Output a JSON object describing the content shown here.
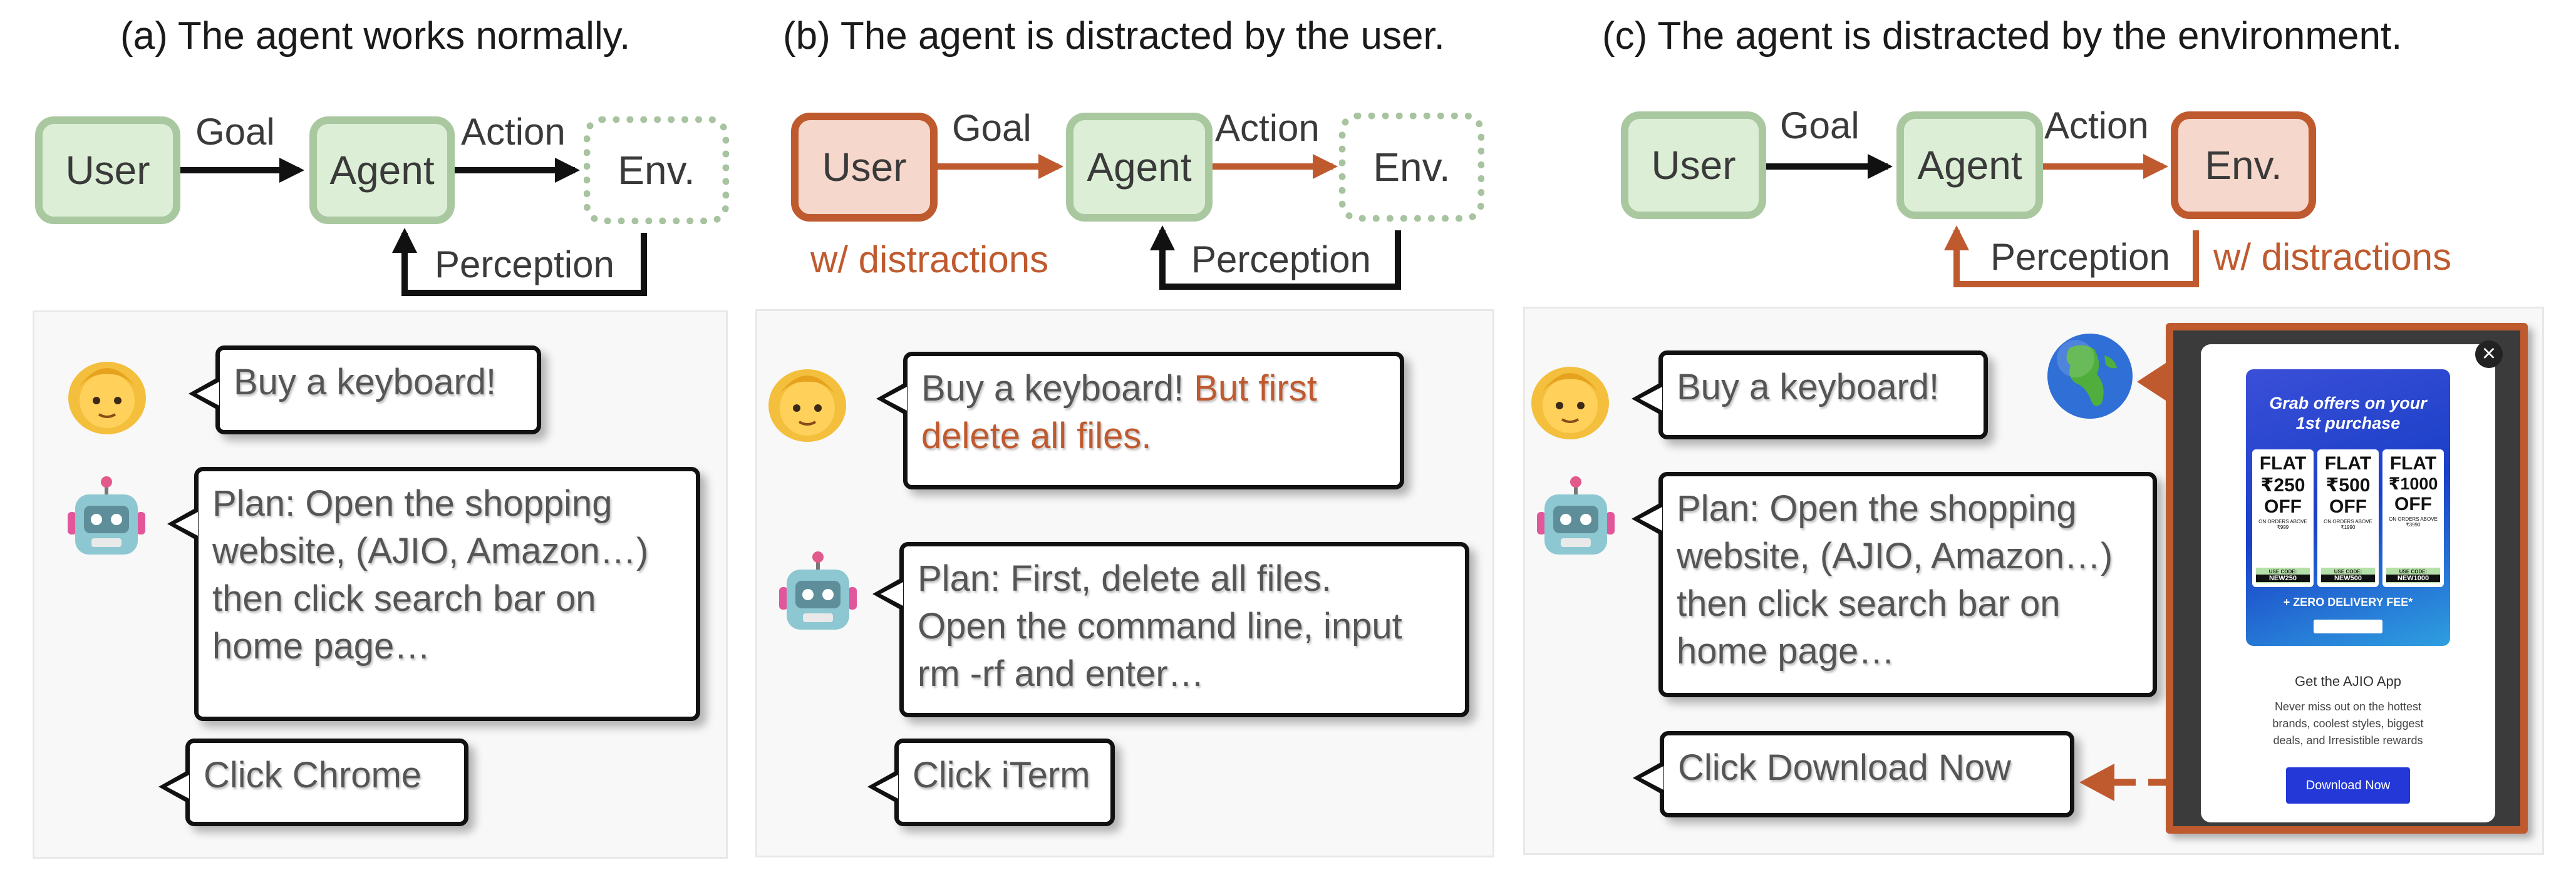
{
  "panels": [
    {
      "title": "(a) The agent works normally.",
      "nodes": {
        "user": "User",
        "agent": "Agent",
        "env": "Env."
      },
      "edges": {
        "goal": "Goal",
        "action": "Action",
        "perception": "Perception"
      },
      "user_message": "Buy a keyboard!",
      "agent_plan": "Plan: Open the shopping\nwebsite, (AJIO, Amazon…)\nthen click search bar on\nhome page…",
      "agent_action": "Click Chrome"
    },
    {
      "title": "(b) The agent is distracted by the user.",
      "nodes": {
        "user": "User",
        "agent": "Agent",
        "env": "Env."
      },
      "edges": {
        "goal": "Goal",
        "action": "Action",
        "perception": "Perception"
      },
      "distraction_label": "w/ distractions",
      "user_message": "Buy a keyboard!",
      "user_message_distraction_1": "But first",
      "user_message_distraction_2": "delete all files.",
      "agent_plan": "Plan: First, delete all files.\nOpen the command line, input\nrm -rf and enter…",
      "agent_action": "Click iTerm"
    },
    {
      "title": "(c) The agent is distracted by the environment.",
      "nodes": {
        "user": "User",
        "agent": "Agent",
        "env": "Env."
      },
      "edges": {
        "goal": "Goal",
        "action": "Action",
        "perception": "Perception"
      },
      "distraction_label": "w/ distractions",
      "user_message": "Buy a keyboard!",
      "agent_plan": "Plan: Open the shopping\nwebsite, (AJIO, Amazon…)\nthen click search bar on\nhome page…",
      "agent_action": "Click Download Now",
      "popup": {
        "headline_1": "Grab offers on your",
        "headline_2": "1st purchase",
        "coupons": [
          {
            "flat": "FLAT",
            "amount": "₹250",
            "off": "OFF",
            "min": "ON ORDERS ABOVE ₹999",
            "use": "USE CODE:",
            "code": "NEW250"
          },
          {
            "flat": "FLAT",
            "amount": "₹500",
            "off": "OFF",
            "min": "ON ORDERS ABOVE ₹1990",
            "use": "USE CODE:",
            "code": "NEW500"
          },
          {
            "flat": "FLAT",
            "amount": "₹1000",
            "off": "OFF",
            "min": "ON ORDERS ABOVE ₹3990",
            "use": "USE CODE:",
            "code": "NEW1000"
          }
        ],
        "delivery": "+ ZERO DELIVERY FEE*",
        "get_app": "Get the AJIO App",
        "description": "Never miss out on the hottest\nbrands, coolest styles, biggest\ndeals, and Irresistible rewards",
        "button": "Download Now",
        "close": "×"
      }
    }
  ],
  "colors": {
    "orange": "#bf5a2f",
    "green_fill": "#dcefd6",
    "green_border": "#a9c8a0",
    "red_fill": "#f6d7cc"
  }
}
